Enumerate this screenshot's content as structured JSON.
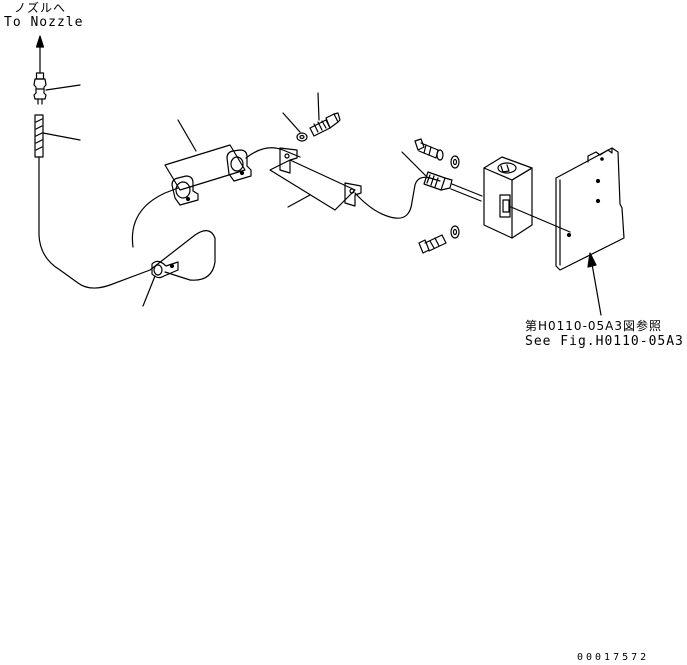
{
  "diagram": {
    "nozzle_label_jp": "ノズルへ",
    "nozzle_label_en": "To Nozzle",
    "reference_label_jp": "第H0110-05A3図参照",
    "reference_label_en": "See Fig.H0110-05A3",
    "drawing_number": "00017572"
  },
  "colors": {
    "line": "#000000",
    "background": "#ffffff"
  }
}
